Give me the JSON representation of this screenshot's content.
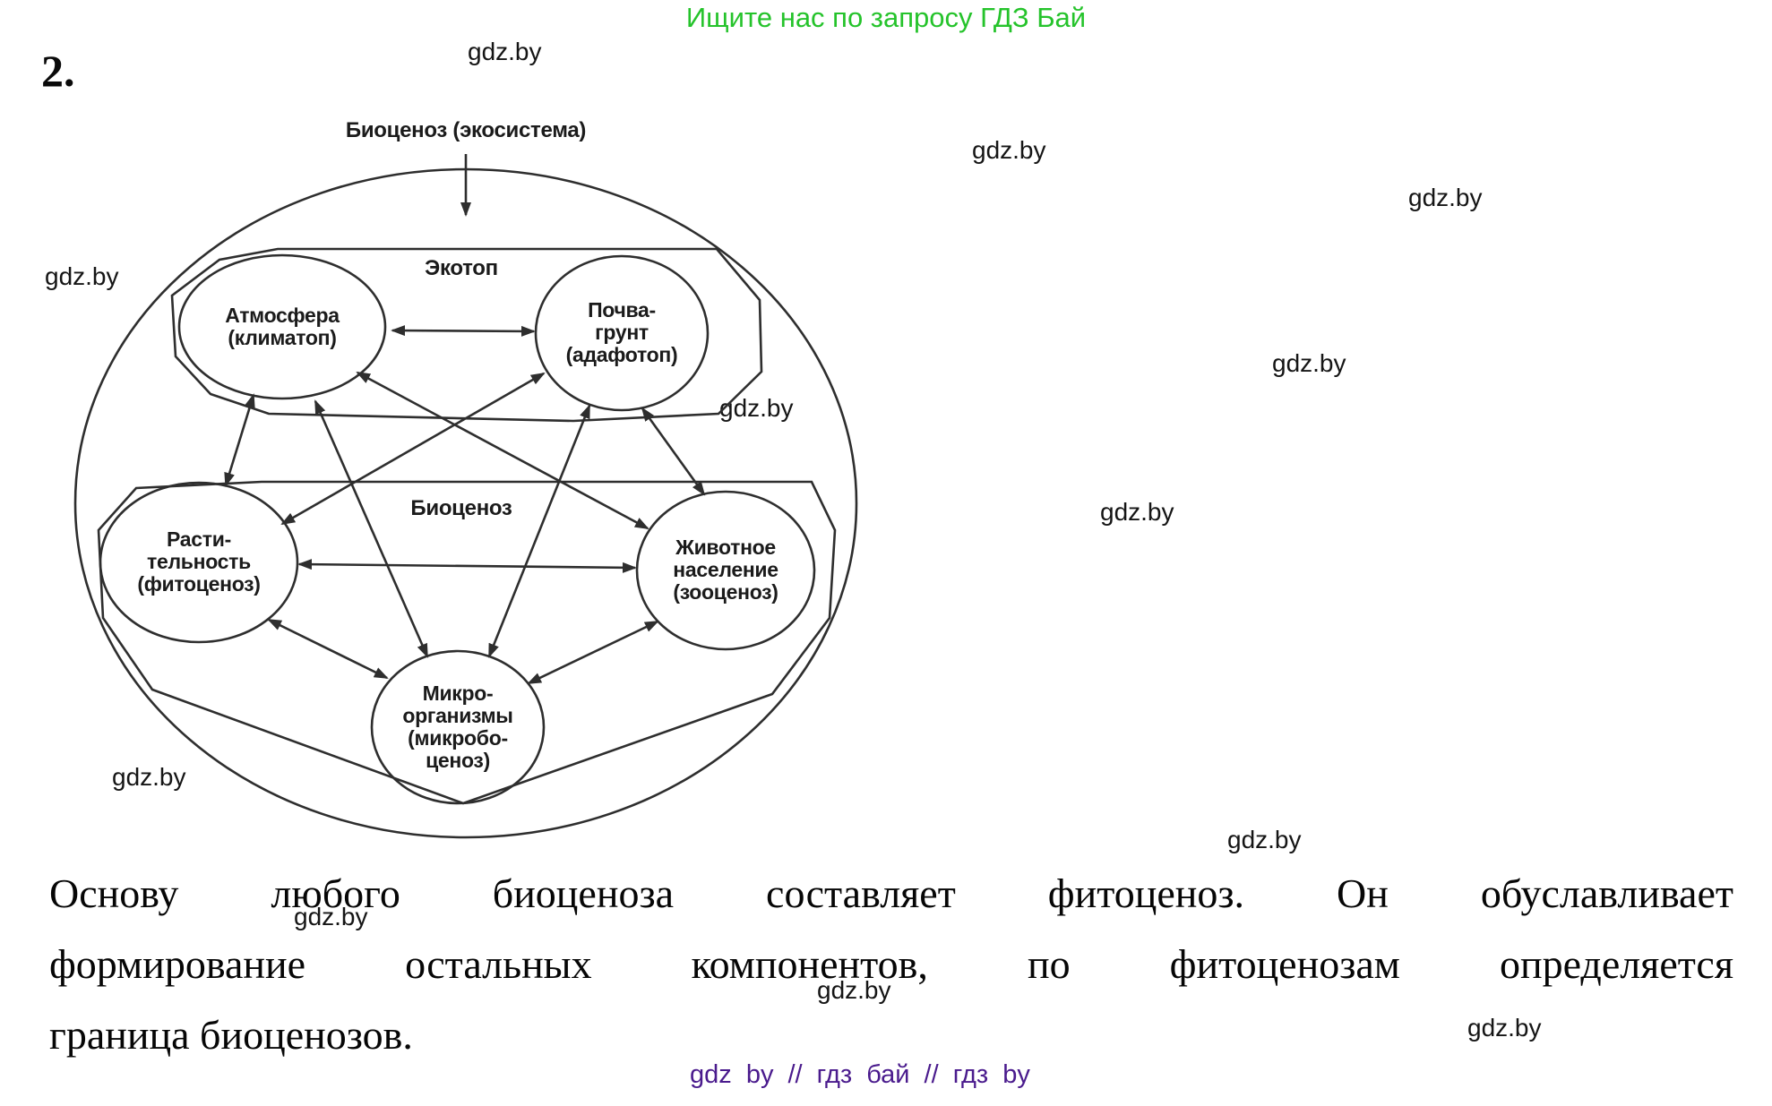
{
  "page": {
    "banner": "Ищите нас по запросу ГДЗ Бай",
    "task_number": "2.",
    "watermark": "gdz.by",
    "footer": "gdz by // гдз бай // гдз by",
    "colors": {
      "banner_green": "#25c32b",
      "footer_purple": "#4a1b8d",
      "ink": "#1c1c1c",
      "diagram_stroke": "#2e2e2e"
    }
  },
  "diagram": {
    "title": "Биоценоз (экосистема)",
    "regions": [
      {
        "label": "Экотоп"
      },
      {
        "label": "Биоценоз"
      }
    ],
    "nodes": [
      {
        "id": "atmosphere",
        "label": "Атмосфера (климатоп)",
        "lines": [
          "Атмосфера",
          "(климатоп)"
        ]
      },
      {
        "id": "soil-ground",
        "label": "Почва-грунт (адафотоп)",
        "lines": [
          "Почва-",
          "грунт",
          "(адафотоп)"
        ]
      },
      {
        "id": "vegetation",
        "label": "Растительность (фитоценоз)",
        "lines": [
          "Расти-",
          "тельность",
          "(фитоценоз)"
        ]
      },
      {
        "id": "animal-population",
        "label": "Животное население (зооценоз)",
        "lines": [
          "Животное",
          "население",
          "(зооценоз)"
        ]
      },
      {
        "id": "microorganisms",
        "label": "Микроорганизмы (микробоценоз)",
        "lines": [
          "Микро-",
          "организмы",
          "(микробо-",
          "ценоз)"
        ]
      }
    ],
    "edges": [
      [
        "atmosphere",
        "soil-ground"
      ],
      [
        "atmosphere",
        "vegetation"
      ],
      [
        "atmosphere",
        "animal-population"
      ],
      [
        "atmosphere",
        "microorganisms"
      ],
      [
        "soil-ground",
        "vegetation"
      ],
      [
        "soil-ground",
        "animal-population"
      ],
      [
        "soil-ground",
        "microorganisms"
      ],
      [
        "vegetation",
        "animal-population"
      ],
      [
        "vegetation",
        "microorganisms"
      ],
      [
        "animal-population",
        "microorganisms"
      ]
    ]
  },
  "answer": {
    "lines": [
      "Основу любого биоценоза составляет фитоценоз. Он обуславливает",
      "формирование остальных компонентов, по фитоценозам определяется",
      "граница биоценозов."
    ]
  }
}
